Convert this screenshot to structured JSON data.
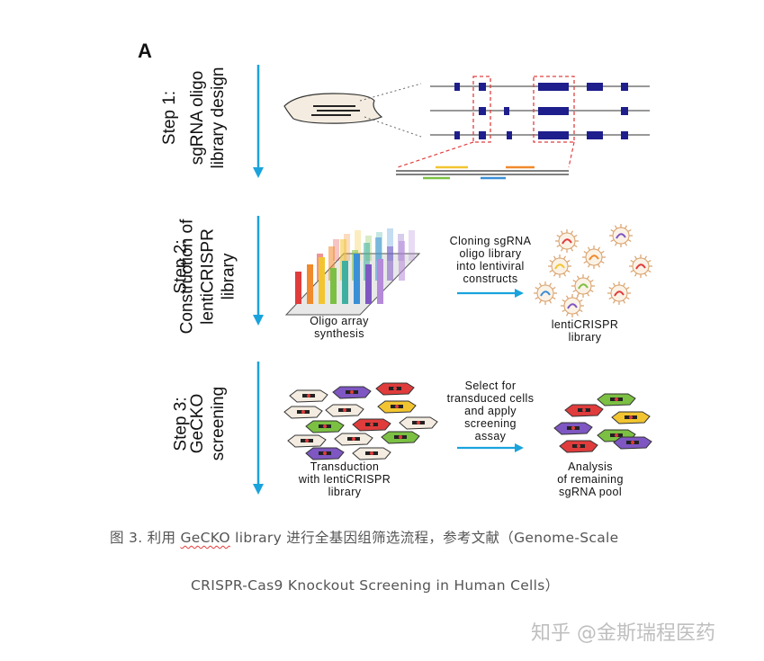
{
  "panel_label": "A",
  "steps": [
    {
      "title": "Step 1:",
      "lines": [
        "sgRNA oligo",
        "library design"
      ]
    },
    {
      "title": "Step 2:",
      "lines": [
        "Construction of",
        "lentiCRISPR",
        "library"
      ]
    },
    {
      "title": "Step 3:",
      "lines": [
        "GeCKO",
        "screening"
      ]
    }
  ],
  "step2": {
    "left_label": [
      "Oligo array",
      "synthesis"
    ],
    "arrow_label": [
      "Cloning sgRNA",
      "oligo library",
      "into lentiviral",
      "constructs"
    ],
    "right_label": [
      "lentiCRISPR",
      "library"
    ]
  },
  "step3": {
    "left_label": [
      "Transduction",
      "with lentiCRISPR",
      "library"
    ],
    "arrow_label": [
      "Select for",
      "transduced cells",
      "and apply",
      "screening",
      "assay"
    ],
    "right_label": [
      "Analysis",
      "of remaining",
      "sgRNA pool"
    ]
  },
  "caption": {
    "line1_prefix": "图 3. 利用 ",
    "line1_gecko": "GeCKO",
    "line1_suffix": " library 进行全基因组筛选流程，参考文献（Genome-Scale",
    "line2": "CRISPR-Cas9 Knockout Screening in Human Cells）"
  },
  "watermark": "知乎 @金斯瑞程医药",
  "colors": {
    "arrow": "#1aa3dc",
    "exon": "#1e1e8c",
    "highlight": "#e04040",
    "cell_body": "#f4ece0",
    "bars": [
      "#e03c3c",
      "#f08a2c",
      "#f2c530",
      "#7bc043",
      "#3fb0a0",
      "#3a8fd6",
      "#7e57c2",
      "#b48ad9"
    ]
  }
}
